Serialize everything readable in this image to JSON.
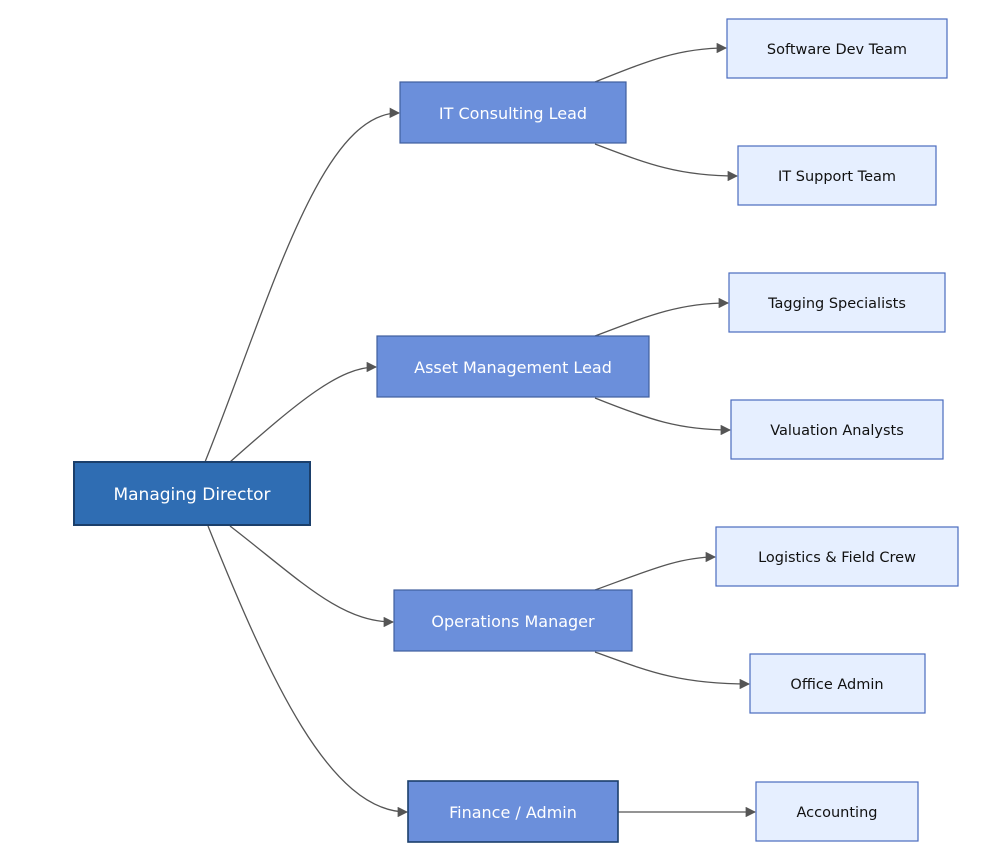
{
  "diagram": {
    "root": {
      "label": "Managing Director"
    },
    "leads": [
      {
        "label": "IT Consulting Lead",
        "teams": [
          "Software Dev Team",
          "IT Support Team"
        ]
      },
      {
        "label": "Asset Management Lead",
        "teams": [
          "Tagging Specialists",
          "Valuation Analysts"
        ]
      },
      {
        "label": "Operations Manager",
        "teams": [
          "Logistics & Field Crew",
          "Office Admin"
        ]
      },
      {
        "label": "Finance / Admin",
        "teams": [
          "Accounting"
        ]
      }
    ]
  },
  "colors": {
    "root_fill": "#2f6db3",
    "root_stroke": "#1b3f6b",
    "lead_fill": "#6b8fdb",
    "lead_stroke": "#3f5e9e",
    "team_fill": "#e6efff",
    "team_stroke": "#4a6bbf",
    "edge": "#555555"
  }
}
